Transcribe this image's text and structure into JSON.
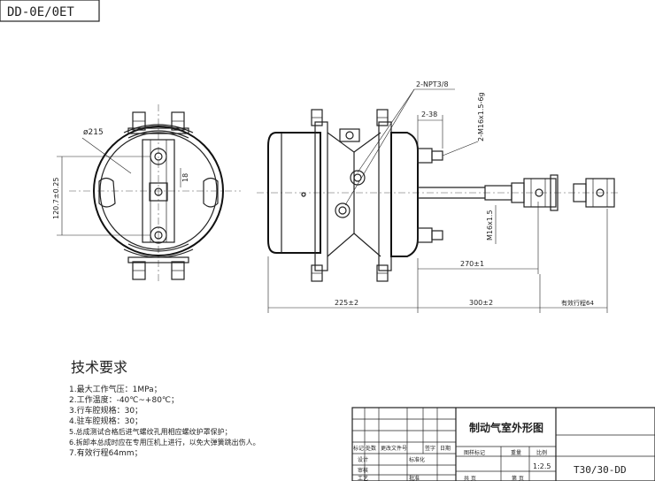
{
  "drawing_code": "T30/30-DD",
  "drawing_code_mirrored": "DD-0E/0ET",
  "dimensions": {
    "flange_dia": "ø215",
    "height": "120.7±0.25",
    "inner": "18",
    "port": "2-NPT3/8",
    "port_spacing": "2-38",
    "studs": "2-M16x1.5-6g",
    "rod_thread": "M16x1.5",
    "rod_len": "270±1",
    "body_len": "225±2",
    "rod_ext": "300±2",
    "stroke": "有效行程64"
  },
  "tech_requirements": {
    "title": "技术要求",
    "items": [
      "1.最大工作气压：1MPa；",
      "2.工作温度：-40℃~+80℃；",
      "3.行车腔规格：30；",
      "4.驻车腔规格：30；",
      "5.总成测试合格后进气螺纹孔用相应螺纹护罩保护；",
      "6.拆卸本总成时应在专用压机上进行，以免大弹簧跳出伤人。",
      "7.有效行程64mm；"
    ]
  },
  "title_block": {
    "part_name": "制动气室外形图",
    "code": "T30/30-DD",
    "scale_header": "比例",
    "scale": "1:2.5",
    "mark_header": "图样标记",
    "weight_header": "重量",
    "sheets_total": "共 页",
    "sheet_no": "第 页",
    "headers": [
      "标记",
      "处数",
      "更改文件号",
      "签字",
      "日期"
    ],
    "roles": [
      "设计",
      "审核",
      "工艺"
    ],
    "standardize": "标准化",
    "approve": "批准"
  }
}
